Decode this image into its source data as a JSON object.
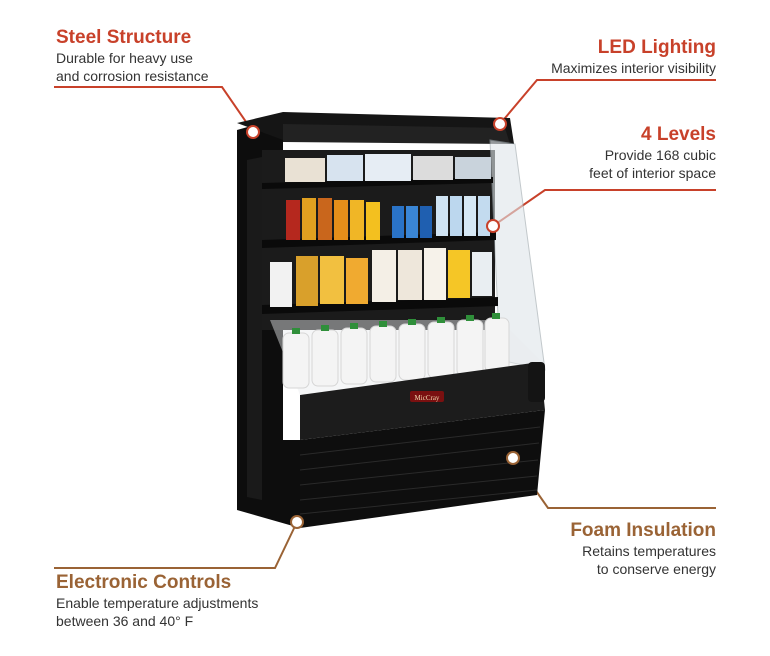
{
  "callouts": {
    "steel": {
      "title": "Steel Structure",
      "desc1": "Durable for heavy use",
      "desc2": "and corrosion resistance",
      "color": "#c8412a"
    },
    "led": {
      "title": "LED Lighting",
      "desc1": "Maximizes interior visibility",
      "color": "#c8412a"
    },
    "levels": {
      "title": "4 Levels",
      "desc1": "Provide 168 cubic",
      "desc2": "feet of interior space",
      "color": "#c8412a"
    },
    "foam": {
      "title": "Foam Insulation",
      "desc1": "Retains temperatures",
      "desc2": "to conserve energy",
      "color": "#9a6335"
    },
    "electronic": {
      "title": "Electronic Controls",
      "desc1": "Enable temperature adjustments",
      "desc2": "between 36 and 40° F",
      "color": "#9a6335"
    }
  },
  "product": {
    "brand_badge": "MicCray",
    "body_color": "#111111"
  }
}
